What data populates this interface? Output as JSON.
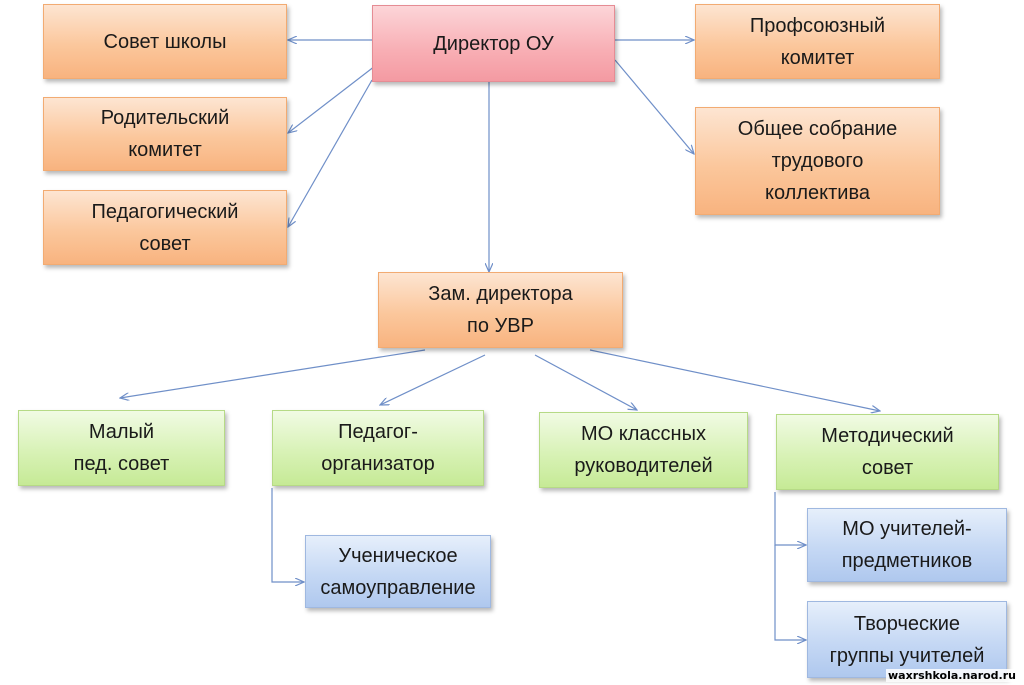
{
  "nodes": {
    "director": [
      "Директор  ОУ"
    ],
    "school_council": [
      "Совет школы"
    ],
    "parent_committee": [
      "Родительский",
      "комитет"
    ],
    "ped_council": [
      "Педагогический",
      "совет"
    ],
    "union_committee": [
      "Профсоюзный",
      "комитет"
    ],
    "general_meeting": [
      "Общее собрание",
      "трудового",
      "коллектива"
    ],
    "deputy": [
      "Зам. директора",
      "по УВР"
    ],
    "small_council": [
      "Малый",
      "пед. совет"
    ],
    "organizer": [
      "Педагог-",
      "организатор"
    ],
    "mo_class": [
      "МО классных",
      "руководителей"
    ],
    "method_council": [
      "Методический",
      "совет"
    ],
    "student_gov": [
      "Ученическое",
      "самоуправление"
    ],
    "mo_subject": [
      "МО учителей-",
      "предметников"
    ],
    "creative_groups": [
      "Творческие",
      "группы учителей"
    ]
  },
  "colors": {
    "connector": "#6f8fc8",
    "top_tier": "#fbc79c",
    "director": "#f8aeb4",
    "middle_tier": "#d8f2b6",
    "bottom_tier": "#c5d8f4"
  },
  "watermark": "waxrshkola.narod.ru"
}
